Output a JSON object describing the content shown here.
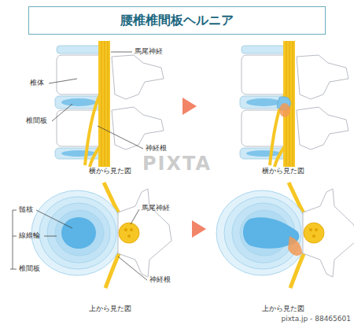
{
  "diagram": {
    "title": "腰椎椎間板ヘルニア",
    "labels": [
      "馬尾神経",
      "椎体",
      "椎間板",
      "神経根",
      "横から見た図",
      "横から見た図",
      "髄核",
      "線維輪",
      "椎間板",
      "馬尾神経",
      "神経根",
      "上から見た図",
      "上から見た図",
      "PIXTA",
      "pixta.jp - 88465601"
    ]
  }
}
